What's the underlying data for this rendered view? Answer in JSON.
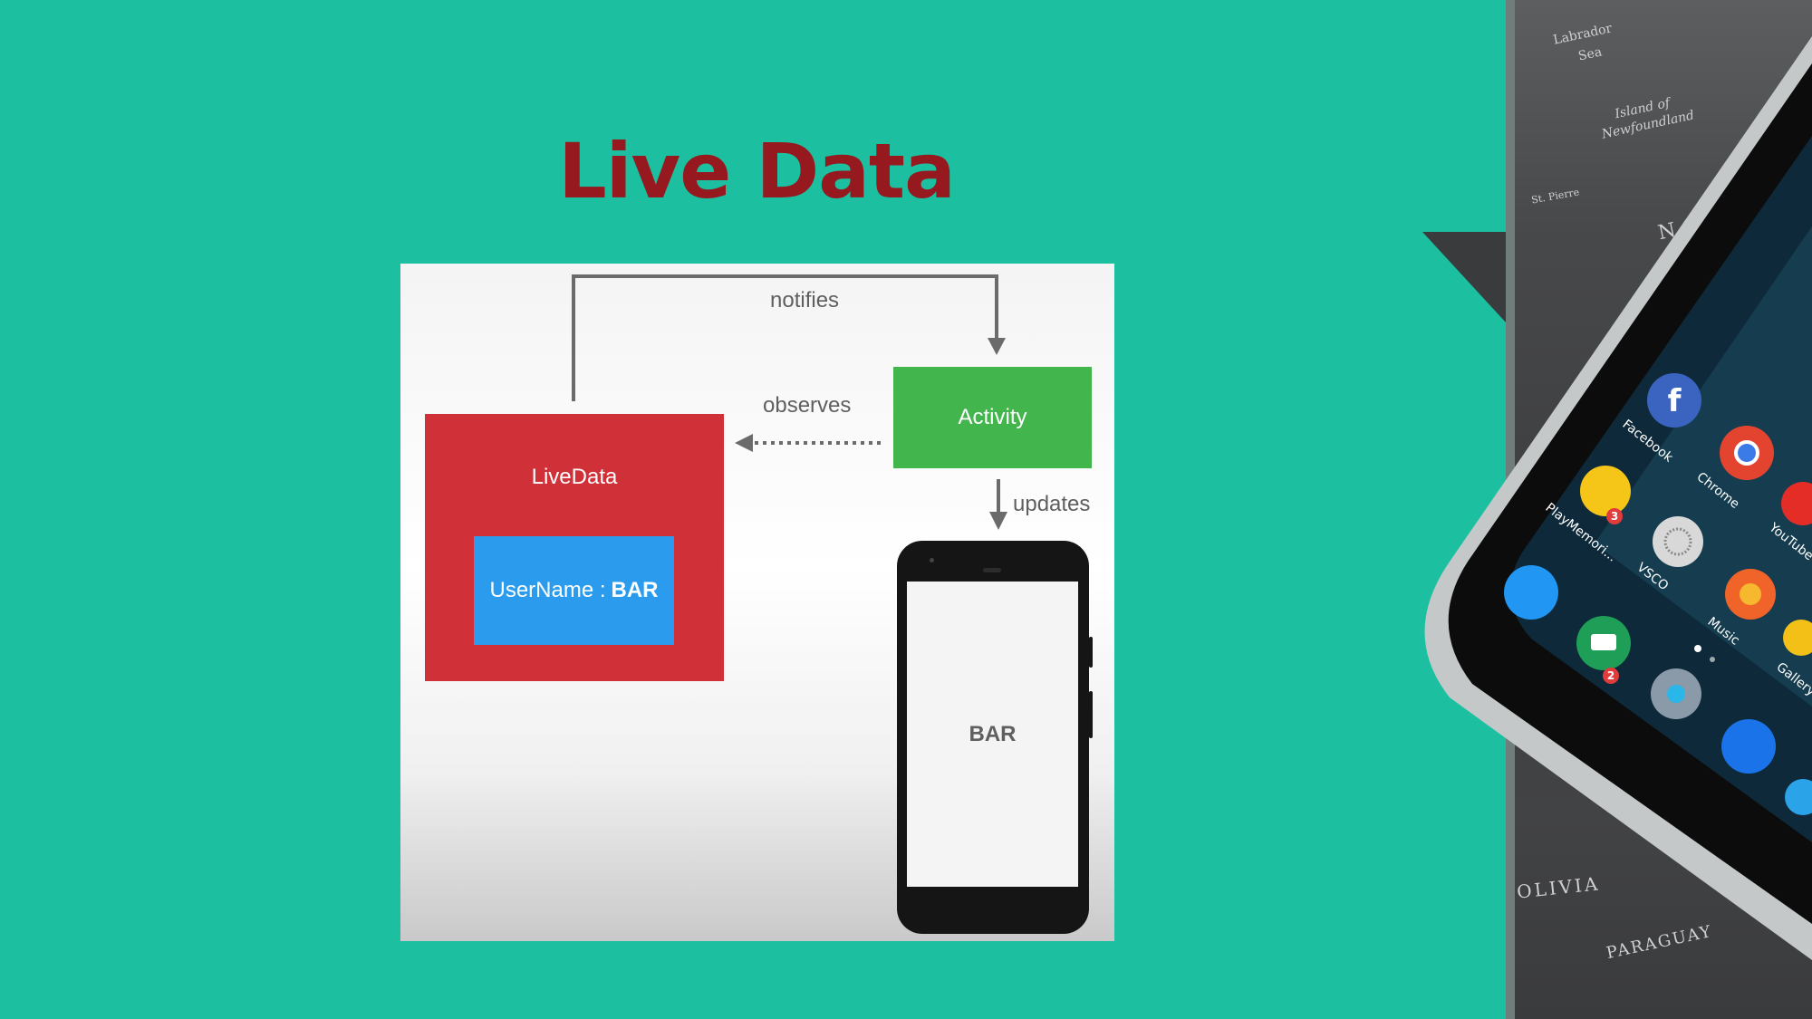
{
  "slide": {
    "title": "Live Data"
  },
  "diagram": {
    "notifies_label": "notifies",
    "observes_label": "observes",
    "updates_label": "updates",
    "livedata": {
      "title": "LiveData",
      "field_name": "UserName :",
      "field_value": "BAR"
    },
    "activity_label": "Activity",
    "phone_screen_text": "BAR"
  },
  "photo": {
    "map_text": [
      "Labrador",
      "Sea",
      "Island of",
      "Newfoundland",
      "St. Pierre",
      "NO",
      "OLIVIA",
      "PARAGUAY"
    ],
    "apps": [
      {
        "label": "Facebook",
        "icon": "facebook-icon"
      },
      {
        "label": "Chrome",
        "icon": "chrome-icon"
      },
      {
        "label": "PlayMemori...",
        "icon": "playmemories-icon"
      },
      {
        "label": "VSCO",
        "icon": "vsco-icon"
      },
      {
        "label": "YouTube",
        "icon": "youtube-icon"
      },
      {
        "label": "Music",
        "icon": "music-icon"
      },
      {
        "label": "Gallery",
        "icon": "gallery-icon"
      },
      {
        "label": "",
        "icon": "messenger-icon"
      },
      {
        "label": "",
        "icon": "hangouts-icon"
      },
      {
        "label": "",
        "icon": "camera-icon"
      },
      {
        "label": "",
        "icon": "phone-icon"
      }
    ],
    "badges": [
      "3",
      "2"
    ]
  },
  "colors": {
    "background": "#1cbf9f",
    "title": "#96191f",
    "livedata": "#d03038",
    "username": "#2b9ced",
    "activity": "#43b54d"
  }
}
